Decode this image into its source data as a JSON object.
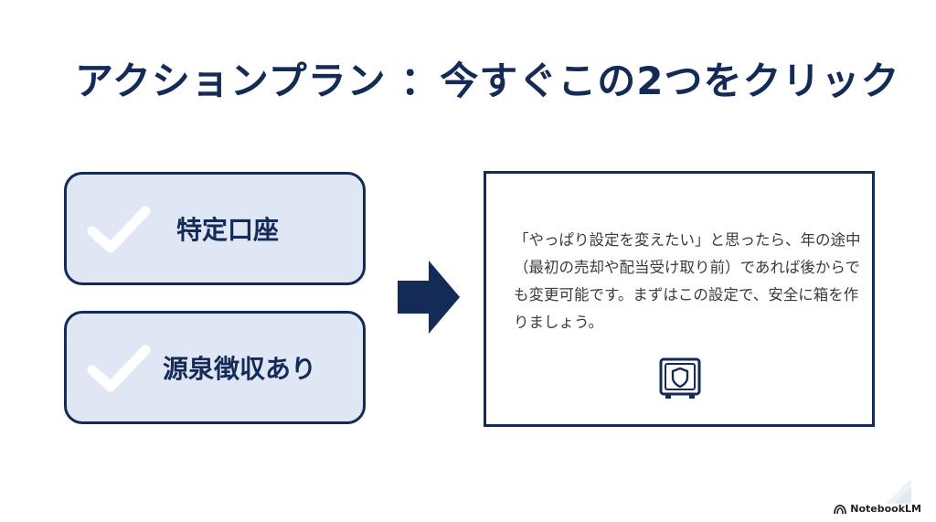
{
  "title": "アクションプラン ：今すぐこの2つをクリック",
  "cards": [
    {
      "label": "特定口座"
    },
    {
      "label": "源泉徴収あり"
    }
  ],
  "info": {
    "text": "「やっぱり設定を変えたい」と思ったら、年の途中（最初の売却や配当受け取り前）であれば後からでも変更可能です。まずはこの設定で、安全に箱を作りましょう。",
    "icon": "safe-icon"
  },
  "branding": {
    "label": "NotebookLM"
  },
  "colors": {
    "navy": "#142a57",
    "card_fill": "#dfe6f4",
    "check": "#ffffff",
    "body_text": "#3b3b3b"
  }
}
